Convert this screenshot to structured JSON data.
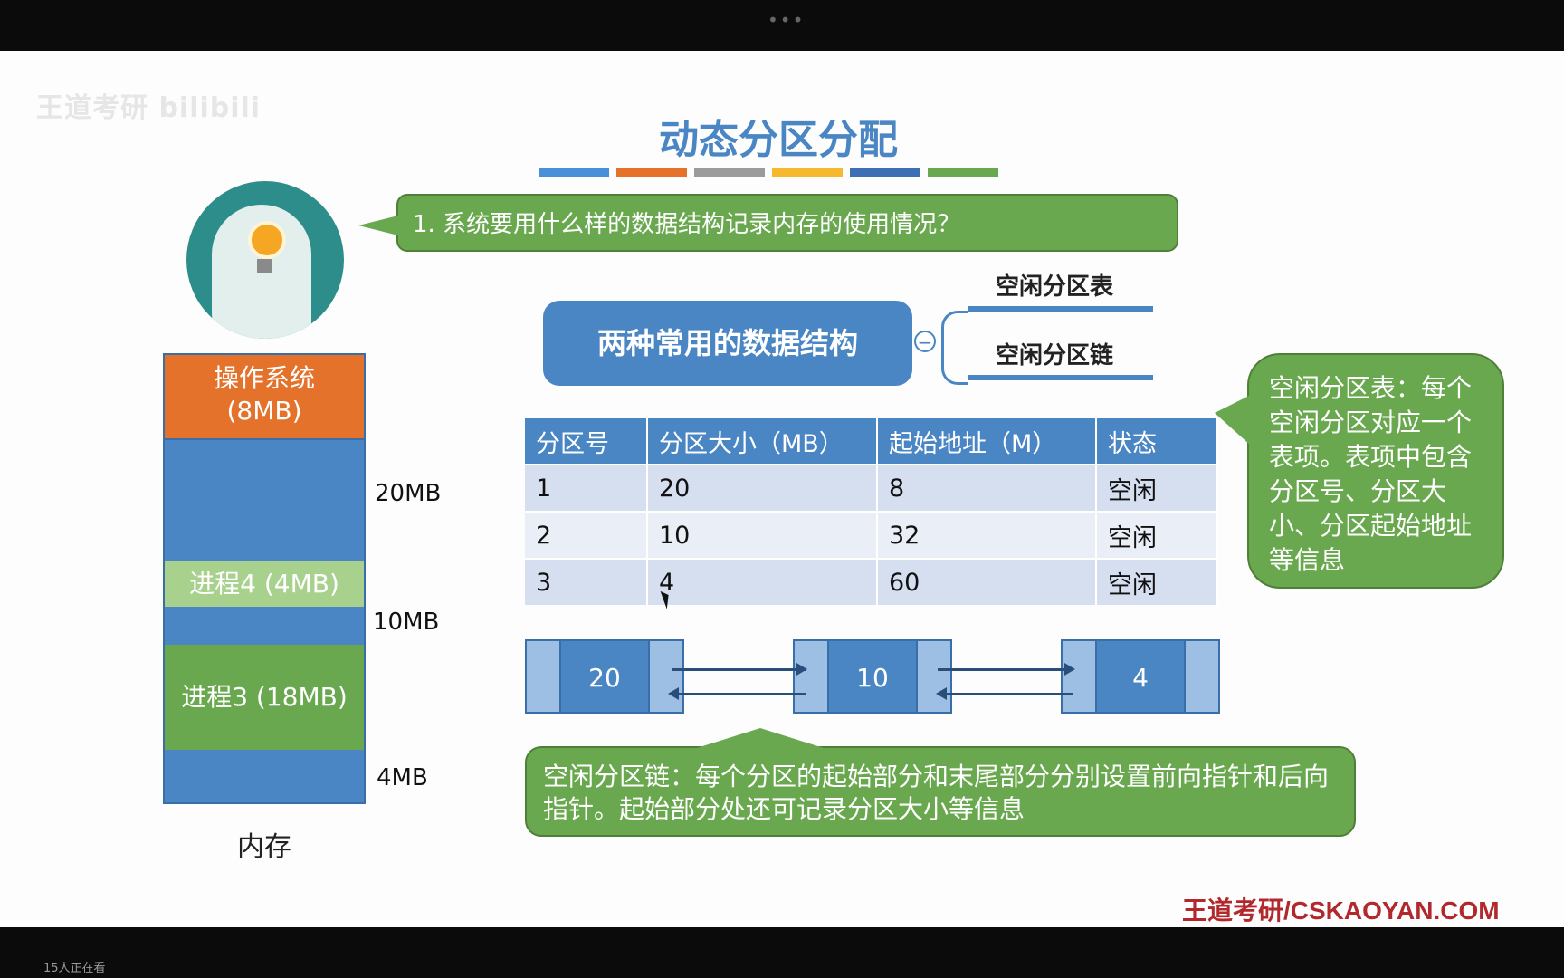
{
  "watermark": "王道考研 bilibili",
  "title": "动态分区分配",
  "title_bar_colors": [
    "#4a90d9",
    "#e4722a",
    "#9b9b9b",
    "#f5b82e",
    "#3e6fb5",
    "#6aa84f"
  ],
  "question": "1. 系统要用什么样的数据结构记录内存的使用情况？",
  "ds_box": "两种常用的数据结构",
  "branches": [
    "空闲分区表",
    "空闲分区链"
  ],
  "memory": {
    "title": "内存",
    "segments": [
      {
        "label": "操作系统",
        "sub": "(8MB)",
        "color": "#e4722a"
      },
      {
        "label": "",
        "color": "#4a86c4"
      },
      {
        "label": "进程4 (4MB)",
        "color": "#a9d18e"
      },
      {
        "label": "",
        "color": "#4a86c4"
      },
      {
        "label": "进程3 (18MB)",
        "color": "#6aa84f"
      },
      {
        "label": "",
        "color": "#4a86c4"
      }
    ],
    "side_labels": [
      "20MB",
      "10MB",
      "4MB"
    ]
  },
  "table": {
    "headers": [
      "分区号",
      "分区大小（MB）",
      "起始地址（M）",
      "状态"
    ],
    "rows": [
      [
        "1",
        "20",
        "8",
        "空闲"
      ],
      [
        "2",
        "10",
        "32",
        "空闲"
      ],
      [
        "3",
        "4",
        "60",
        "空闲"
      ]
    ]
  },
  "chain_nodes": [
    "20",
    "10",
    "4"
  ],
  "side_note": "空闲分区表：每个空闲分区对应一个表项。表项中包含分区号、分区大小、分区起始地址等信息",
  "bottom_note": "空闲分区链：每个分区的起始部分和末尾部分分别设置前向指针和后向指针。起始部分处还可记录分区大小等信息",
  "footer_brand": "王道考研/CSKAOYAN.COM",
  "viewers": "15人正在看",
  "topbar_dots": "•••"
}
